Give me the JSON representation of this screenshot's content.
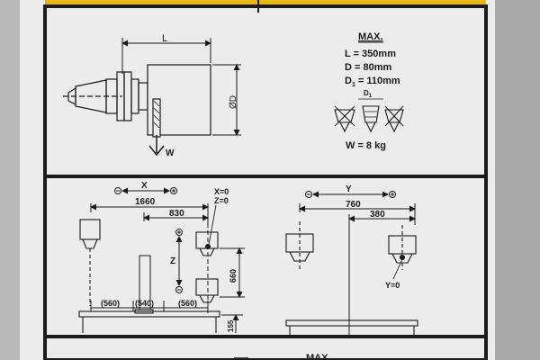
{
  "colors": {
    "background": "#bdbdbd",
    "plate": "#ececec",
    "frame": "#1c1c1c",
    "stripe": "#e7b514"
  },
  "tool_spec": {
    "label_length": "L",
    "label_diameter": "ØD",
    "label_weight_arrow": "W",
    "max_title": "MAX.",
    "length": "L = 350mm",
    "diameter": "D =  80mm",
    "diameter1": "D",
    "diameter1_sub": "1",
    "diameter1_value": " = 110mm",
    "d1_marker": "D",
    "d1_marker_sub": "1",
    "weight": "W = 8 kg"
  },
  "x_axis": {
    "axis_label": "X",
    "dim_total": "1660",
    "dim_right": "830",
    "origin_label_x": "X=0",
    "origin_label_z": "Z=0",
    "z_label": "Z",
    "z_travel": "660",
    "base_height": "155",
    "bottom_dims": [
      "(560)",
      "(540)",
      "(560)"
    ]
  },
  "y_axis": {
    "axis_label": "Y",
    "dim_total": "760",
    "dim_right": "380",
    "origin_label": "Y=0"
  },
  "bottom_panel": {
    "partial_title": "MAX"
  }
}
